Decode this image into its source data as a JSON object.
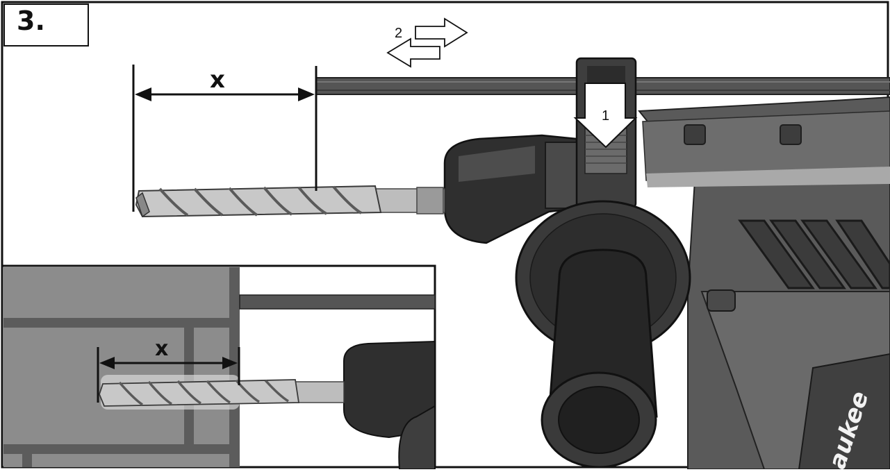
{
  "step": {
    "label": "3."
  },
  "main_diagram": {
    "dimension_label": "x",
    "arrow_1_label": "1",
    "arrow_2_label": "2",
    "brand_text": "aukee"
  },
  "inset_diagram": {
    "dimension_label": "x"
  },
  "colors": {
    "outline": "#111111",
    "drill_body": "#4a4a4a",
    "drill_dark": "#2b2b2b",
    "drill_light": "#8a8a8a",
    "wall": "#8c8c8c",
    "mortar": "#5c5c5c",
    "bit": "#c9c9c9"
  }
}
